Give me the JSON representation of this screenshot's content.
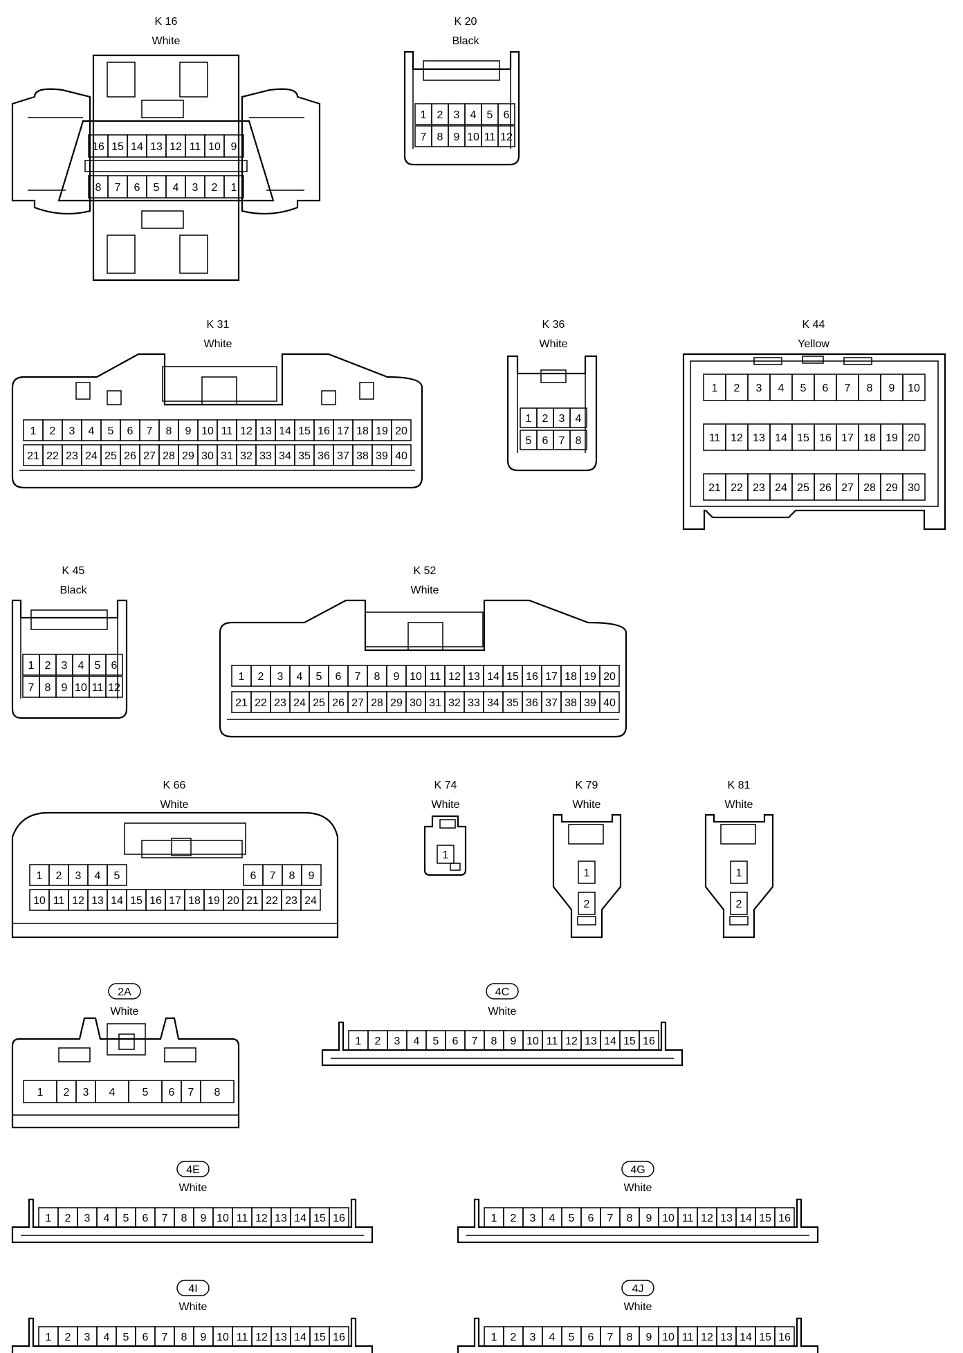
{
  "connectors": [
    {
      "id": "K 16",
      "color": "White"
    },
    {
      "id": "K 20",
      "color": "Black"
    },
    {
      "id": "K 31",
      "color": "White"
    },
    {
      "id": "K 36",
      "color": "White"
    },
    {
      "id": "K 44",
      "color": "Yellow"
    },
    {
      "id": "K 45",
      "color": "Black"
    },
    {
      "id": "K 52",
      "color": "White"
    },
    {
      "id": "K 66",
      "color": "White"
    },
    {
      "id": "K 74",
      "color": "White"
    },
    {
      "id": "K 79",
      "color": "White"
    },
    {
      "id": "K 81",
      "color": "White"
    },
    {
      "id": "2A",
      "color": "White"
    },
    {
      "id": "4C",
      "color": "White"
    },
    {
      "id": "4E",
      "color": "White"
    },
    {
      "id": "4G",
      "color": "White"
    },
    {
      "id": "4I",
      "color": "White"
    },
    {
      "id": "4J",
      "color": "White"
    }
  ],
  "pins": {
    "k16": {
      "top": [
        "16",
        "15",
        "14",
        "13",
        "12",
        "11",
        "10",
        "9"
      ],
      "bottom": [
        "8",
        "7",
        "6",
        "5",
        "4",
        "3",
        "2",
        "1"
      ]
    },
    "k20": {
      "rows": [
        [
          "1",
          "2",
          "3",
          "4",
          "5",
          "6"
        ],
        [
          "7",
          "8",
          "9",
          "10",
          "11",
          "12"
        ]
      ]
    },
    "k31": {
      "rows": [
        [
          "1",
          "2",
          "3",
          "4",
          "5",
          "6",
          "7",
          "8",
          "9",
          "10",
          "11",
          "12",
          "13",
          "14",
          "15",
          "16",
          "17",
          "18",
          "19",
          "20"
        ],
        [
          "21",
          "22",
          "23",
          "24",
          "25",
          "26",
          "27",
          "28",
          "29",
          "30",
          "31",
          "32",
          "33",
          "34",
          "35",
          "36",
          "37",
          "38",
          "39",
          "40"
        ]
      ]
    },
    "k36": {
      "rows": [
        [
          "1",
          "2",
          "3",
          "4"
        ],
        [
          "5",
          "6",
          "7",
          "8"
        ]
      ]
    },
    "k44": {
      "rows": [
        [
          "1",
          "2",
          "3",
          "4",
          "5",
          "6",
          "7",
          "8",
          "9",
          "10"
        ],
        [
          "11",
          "12",
          "13",
          "14",
          "15",
          "16",
          "17",
          "18",
          "19",
          "20"
        ],
        [
          "21",
          "22",
          "23",
          "24",
          "25",
          "26",
          "27",
          "28",
          "29",
          "30"
        ]
      ]
    },
    "k45": {
      "rows": [
        [
          "1",
          "2",
          "3",
          "4",
          "5",
          "6"
        ],
        [
          "7",
          "8",
          "9",
          "10",
          "11",
          "12"
        ]
      ]
    },
    "k52": {
      "rows": [
        [
          "1",
          "2",
          "3",
          "4",
          "5",
          "6",
          "7",
          "8",
          "9",
          "10",
          "11",
          "12",
          "13",
          "14",
          "15",
          "16",
          "17",
          "18",
          "19",
          "20"
        ],
        [
          "21",
          "22",
          "23",
          "24",
          "25",
          "26",
          "27",
          "28",
          "29",
          "30",
          "31",
          "32",
          "33",
          "34",
          "35",
          "36",
          "37",
          "38",
          "39",
          "40"
        ]
      ]
    },
    "k66": {
      "top_left": [
        "1",
        "2",
        "3",
        "4",
        "5"
      ],
      "top_right": [
        "6",
        "7",
        "8",
        "9"
      ],
      "bottom": [
        "10",
        "11",
        "12",
        "13",
        "14",
        "15",
        "16",
        "17",
        "18",
        "19",
        "20",
        "21",
        "22",
        "23",
        "24"
      ]
    },
    "k74": [
      "1"
    ],
    "k79": [
      "1",
      "2"
    ],
    "k81": [
      "1",
      "2"
    ],
    "c2a": [
      "1",
      "2",
      "3",
      "4",
      "5",
      "6",
      "7",
      "8"
    ],
    "strip16": [
      "1",
      "2",
      "3",
      "4",
      "5",
      "6",
      "7",
      "8",
      "9",
      "10",
      "11",
      "12",
      "13",
      "14",
      "15",
      "16"
    ]
  }
}
